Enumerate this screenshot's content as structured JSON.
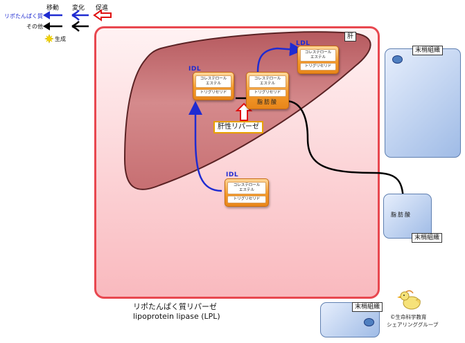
{
  "legend": {
    "headers": {
      "move": "移動",
      "change": "変化",
      "promote": "促進"
    },
    "rows": [
      {
        "label": "リポたんぱく質",
        "color": "#1f2bd1"
      },
      {
        "label": "その他",
        "color": "#000000"
      }
    ],
    "generate_label": "生成"
  },
  "organ_tag": "肝",
  "particles": {
    "ldl_top": {
      "label": "LDL",
      "chips": [
        "コレステロール\nエステル",
        "トリグリセリド"
      ]
    },
    "idl_left": {
      "label": "IDL",
      "chips": [
        "コレステロール\nエステル",
        "トリグリセリド"
      ]
    },
    "center": {
      "chips": [
        "コレステロール\nエステル",
        "トリグリセリド"
      ],
      "extra": "脂肪酸"
    },
    "idl_bottom": {
      "label": "IDL",
      "chips": [
        "コレステロール\nエステル",
        "トリグリセリド"
      ]
    }
  },
  "enzyme_label": "肝性リパーゼ",
  "tissues": {
    "top": {
      "tag": "末梢組織"
    },
    "middle": {
      "tag": "末梢組織",
      "content": "脂肪酸"
    },
    "bottom": {
      "tag": "末梢組織"
    }
  },
  "caption": {
    "jp": "リポたんぱく質リパーゼ",
    "en": "lipoprotein lipase (LPL)"
  },
  "copyright": {
    "line1": "©生命科学教育",
    "line2": "シェアリンググループ"
  },
  "colors": {
    "lipoprotein_arrow": "#1f2bd1",
    "other_arrow": "#000000",
    "promote_arrow": "#e01010",
    "liver": "#c86a6e",
    "border": "#e8474f"
  }
}
